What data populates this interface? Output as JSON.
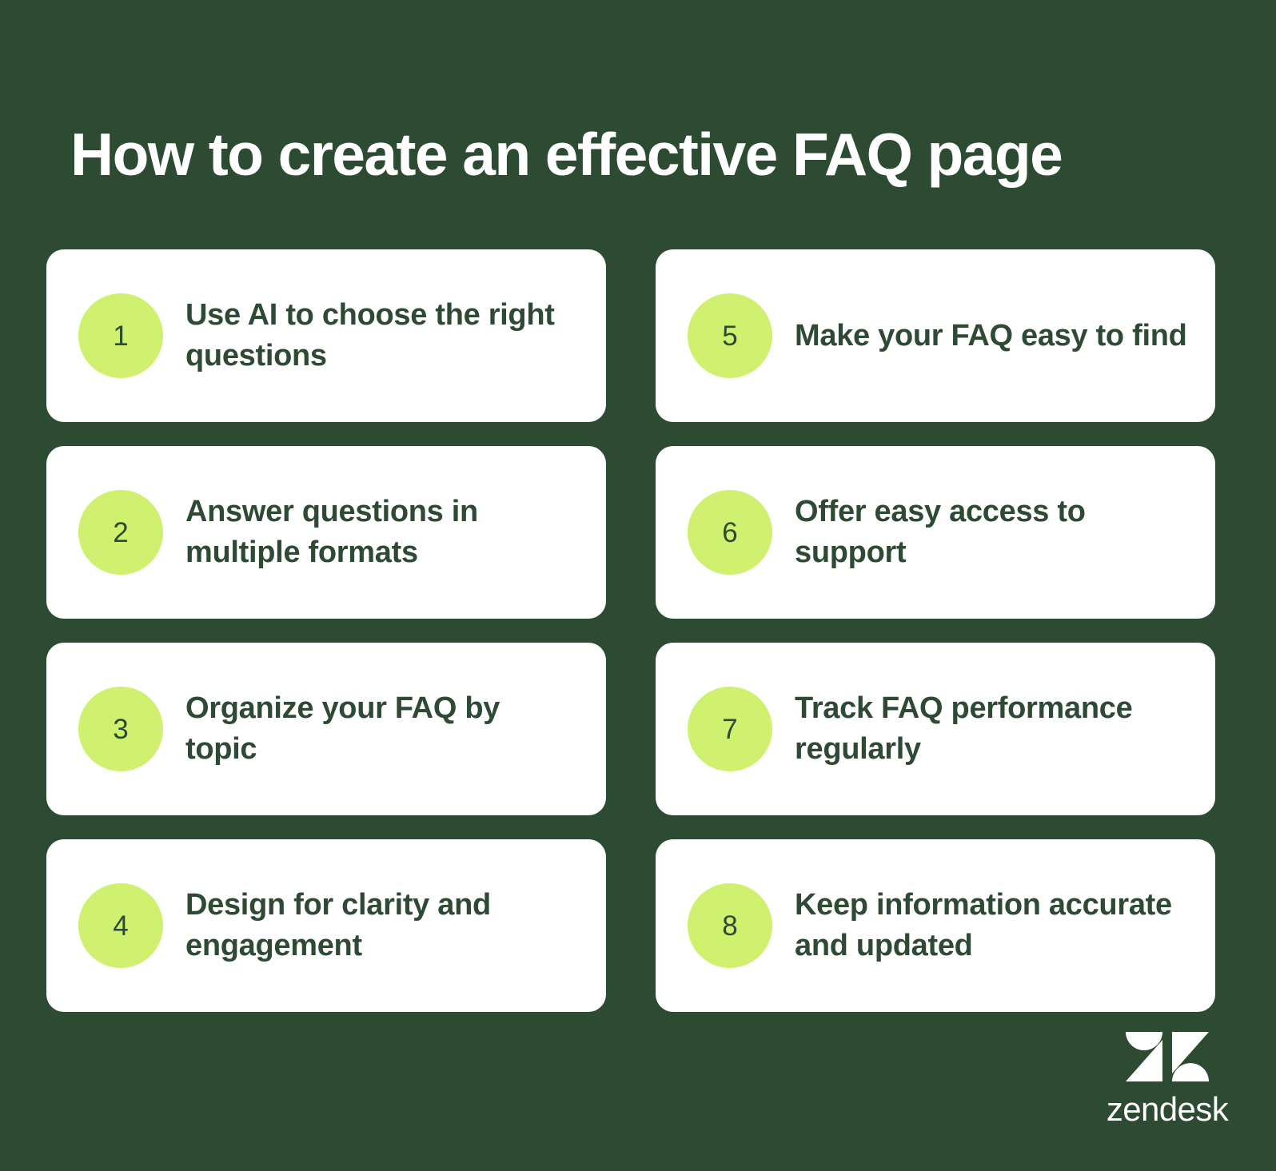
{
  "page": {
    "title": "How to create an effective FAQ page",
    "background_color": "#2d4a33",
    "card_background_color": "#ffffff",
    "badge_color": "#d0f06f",
    "card_text_color": "#2e4a34",
    "title_color": "#ffffff"
  },
  "steps": [
    {
      "number": "1",
      "label": "Use AI to choose the right questions"
    },
    {
      "number": "2",
      "label": "Answer questions in multiple formats"
    },
    {
      "number": "3",
      "label": "Organize your FAQ by topic"
    },
    {
      "number": "4",
      "label": "Design for clarity and engagement"
    },
    {
      "number": "5",
      "label": "Make your FAQ easy to find"
    },
    {
      "number": "6",
      "label": "Offer easy access to support"
    },
    {
      "number": "7",
      "label": "Track FAQ performance regularly"
    },
    {
      "number": "8",
      "label": "Keep information accurate and updated"
    }
  ],
  "brand": {
    "wordmark": "zendesk",
    "logo_icon_name": "zendesk-logo-icon"
  }
}
